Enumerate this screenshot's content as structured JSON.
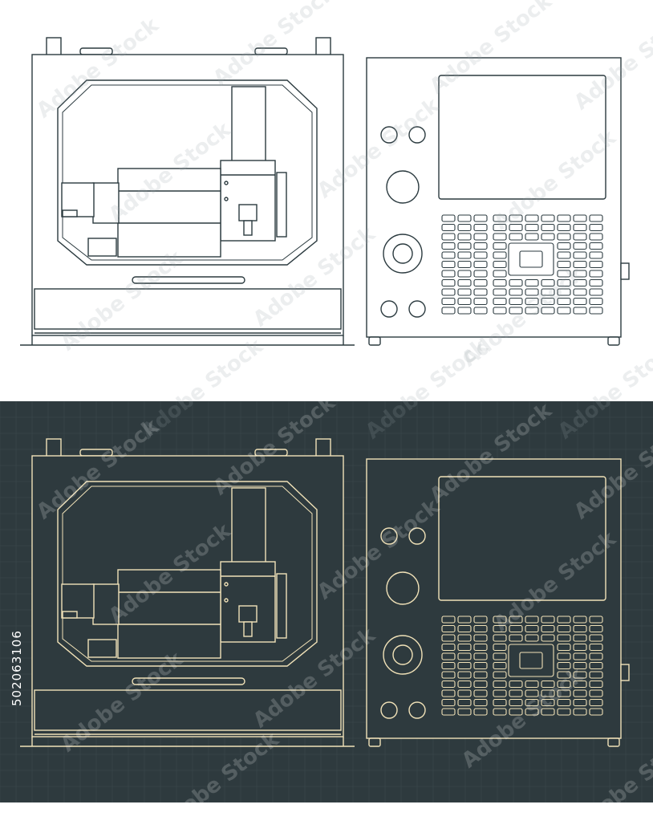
{
  "stock_id": "502063106",
  "watermark": {
    "text": "Adobe Stock"
  },
  "palettes": {
    "light": {
      "background": "#ffffff",
      "stroke": "#2b3a3f",
      "fill": "#ffffff",
      "grid": "none",
      "watermark": "#9aa3a8"
    },
    "dark": {
      "background": "#2e3a3e",
      "stroke": "#f1e2b8",
      "fill": "#2e3a3e",
      "grid": "#3c4a4e",
      "watermark": "#ffffff"
    }
  }
}
